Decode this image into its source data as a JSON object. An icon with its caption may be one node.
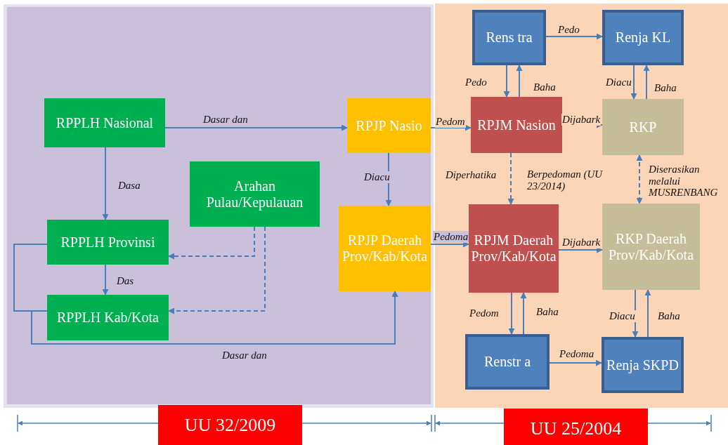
{
  "diagram": {
    "nodes": [
      {
        "text": [
          "RPPLH Nasional"
        ]
      },
      {
        "text": [
          "Arahan Pulau/Kepulauan"
        ]
      },
      {
        "text": [
          "RPPLH Provinsi"
        ]
      },
      {
        "text": [
          "RPPLH Kab/Kota"
        ]
      },
      {
        "text": [
          "RPJP Nasio"
        ]
      },
      {
        "text": [
          "RPJP Daerah Prov/Kab/Kota"
        ]
      },
      {
        "text": [
          "Rens tra"
        ]
      },
      {
        "text": [
          "Renja KL"
        ]
      },
      {
        "text": [
          "RPJM Nasion"
        ]
      },
      {
        "text": [
          "RKP"
        ]
      },
      {
        "text": [
          "RPJM Daerah Prov/Kab/Kota"
        ]
      },
      {
        "text": [
          "RKP Daerah Prov/Kab/Kota"
        ]
      },
      {
        "text": [
          "Renstr a"
        ]
      },
      {
        "text": [
          "Renja SKPD"
        ]
      },
      {
        "text": [
          "UU 32/2009"
        ]
      },
      {
        "text": [
          "UU 25/2004"
        ]
      }
    ],
    "edges": [
      {
        "from": 0,
        "to": 4,
        "arrow": "to",
        "label": "Dasar dan"
      },
      {
        "from": 0,
        "to": 2,
        "arrow": "to",
        "label": "Dasa"
      },
      {
        "from": 1,
        "to": 2,
        "arrow": "to",
        "style": "dashed"
      },
      {
        "from": 1,
        "to": 3,
        "arrow": "to",
        "style": "dashed"
      },
      {
        "from": 2,
        "to": 3,
        "arrow": "to",
        "label": "Das"
      },
      {
        "from": 2,
        "to": 5,
        "arrow": "to"
      },
      {
        "from": 3,
        "to": 5,
        "arrow": "to",
        "label": "Dasar dan"
      },
      {
        "from": 4,
        "to": 5,
        "arrow": "to",
        "label": "Diacu"
      },
      {
        "from": 4,
        "to": 8,
        "arrow": "to",
        "label": "Pedom"
      },
      {
        "from": 5,
        "to": 10,
        "arrow": "to",
        "label": "Pedoma"
      },
      {
        "from": 6,
        "to": 7,
        "arrow": "to",
        "label": "Pedo"
      },
      {
        "from": 6,
        "to": 8,
        "arrow": "to",
        "label": "Pedo"
      },
      {
        "from": 8,
        "to": 6,
        "arrow": "to",
        "label": "Baha"
      },
      {
        "from": 7,
        "to": 9,
        "arrow": "to",
        "label": "Diacu"
      },
      {
        "from": 9,
        "to": 7,
        "arrow": "to",
        "label": "Baha"
      },
      {
        "from": 8,
        "to": 9,
        "arrow": "to",
        "label": "Dijabark"
      },
      {
        "from": 8,
        "to": 10,
        "arrow": "to",
        "style": "dashed",
        "label": "Diperhatika"
      },
      {
        "from": 9,
        "to": 11,
        "arrow": "both",
        "style": "dashed",
        "label": "Diserasikan melalui MUSRENBANG"
      },
      {
        "from": 10,
        "to": 11,
        "arrow": "to",
        "label": "Dijabark"
      },
      {
        "from": 10,
        "to": 12,
        "arrow": "to",
        "label": "Pedom"
      },
      {
        "from": 12,
        "to": 10,
        "arrow": "to",
        "label": "Baha"
      },
      {
        "from": 11,
        "to": 13,
        "arrow": "to",
        "label": "Diacu"
      },
      {
        "from": 13,
        "to": 11,
        "arrow": "to",
        "label": "Baha"
      },
      {
        "from": 12,
        "to": 13,
        "arrow": "to",
        "label": "Pedoma"
      }
    ],
    "labels": [
      "Berpedoman (UU 23/2014)"
    ]
  }
}
